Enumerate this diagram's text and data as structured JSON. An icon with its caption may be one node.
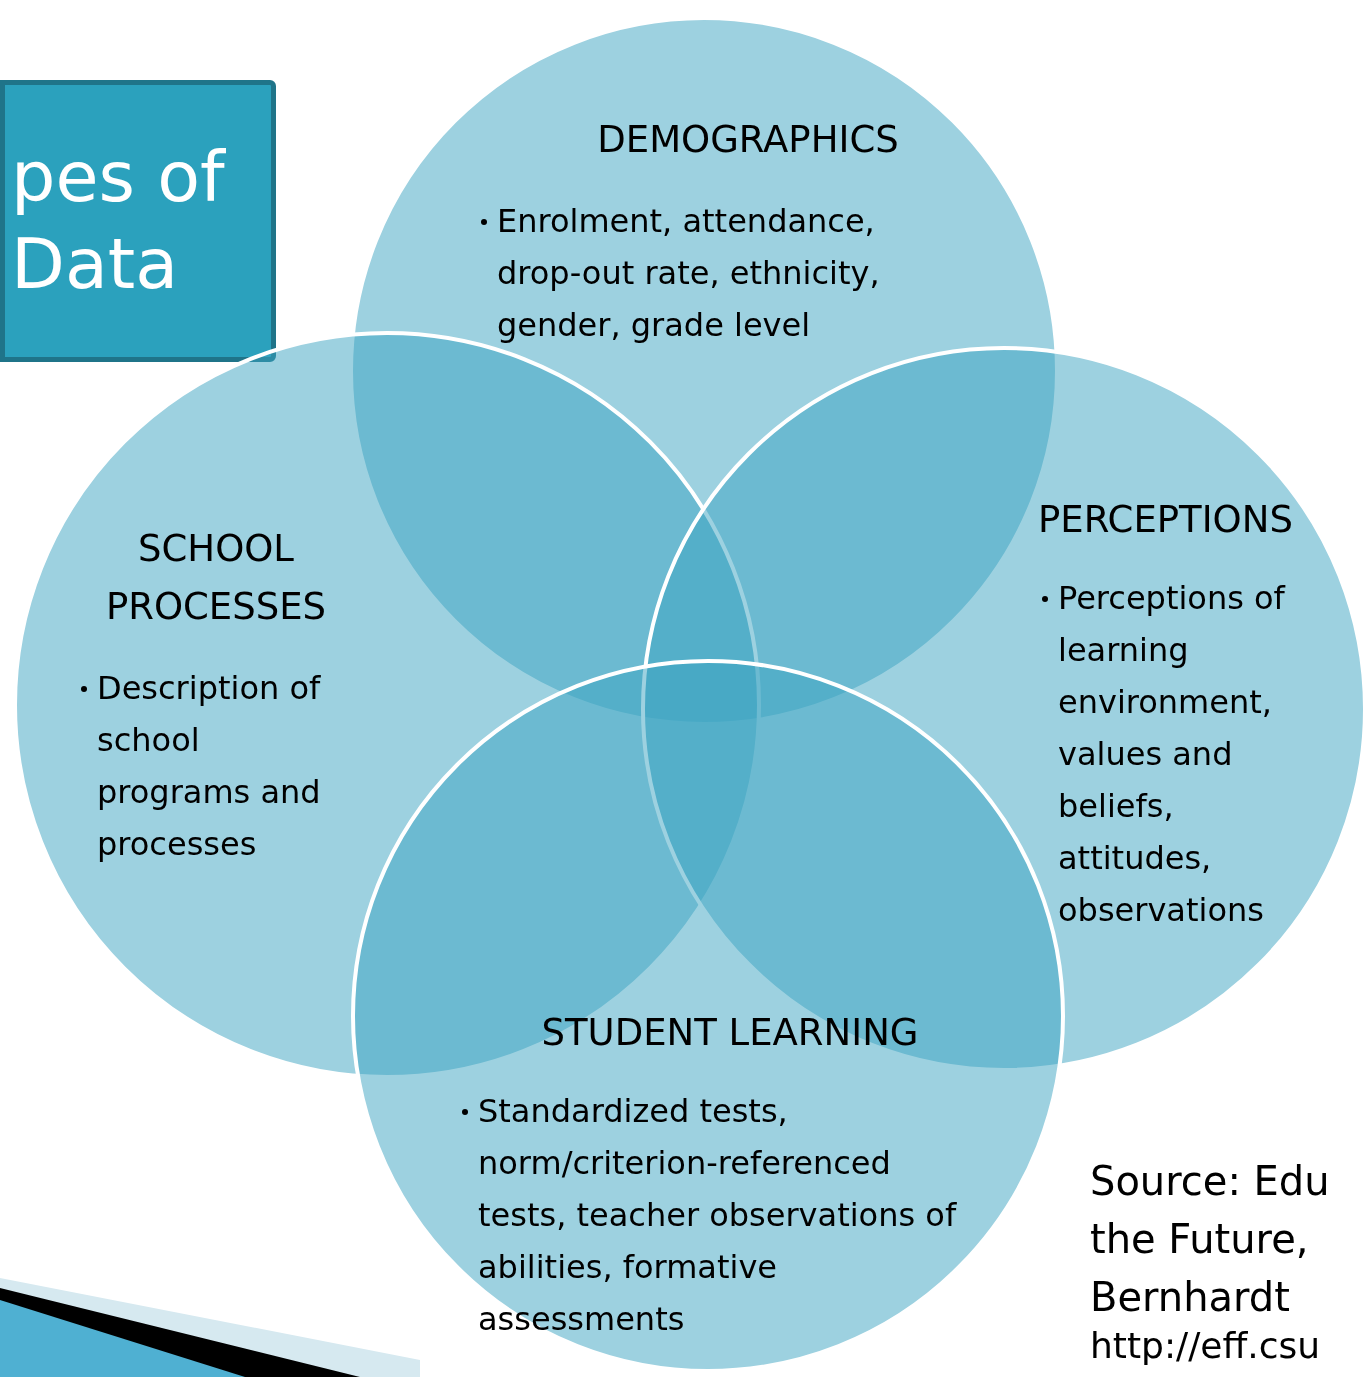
{
  "diagram": {
    "title": "pes of Data",
    "nodes": [
      {
        "text": [
          "DEMOGRAPHICS",
          "Enrolment, attendance, drop-out rate, ethnicity, gender, grade level"
        ]
      },
      {
        "text": [
          "SCHOOL PROCESSES",
          "Description of school programs and processes"
        ]
      },
      {
        "text": [
          "PERCEPTIONS",
          "Perceptions of learning environment, values and beliefs, attitudes, observations"
        ]
      },
      {
        "text": [
          "STUDENT LEARNING",
          "Standardized tests, norm/criterion-referenced tests, teacher observations of abilities, formative assessments"
        ]
      }
    ],
    "labels": [
      "Source: Edu the Future, Bernhardt",
      "http://eff.csu"
    ]
  }
}
